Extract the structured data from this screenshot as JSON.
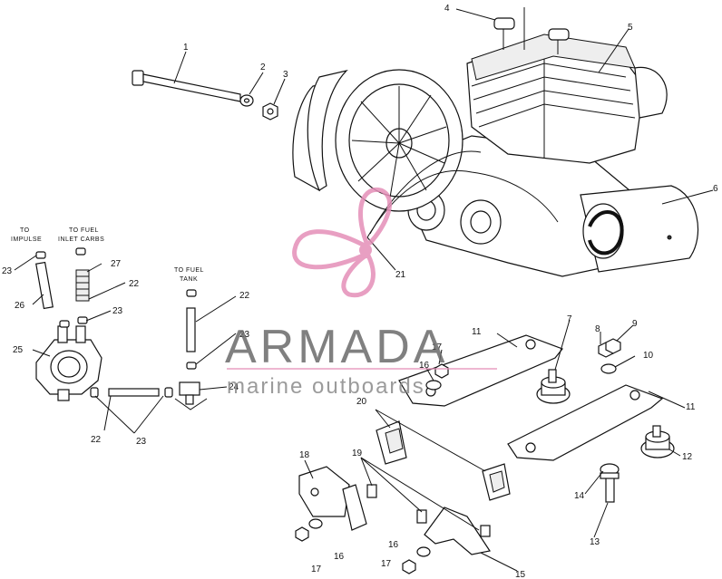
{
  "callouts": [
    {
      "id": "c1",
      "text": "1"
    },
    {
      "id": "c2",
      "text": "2"
    },
    {
      "id": "c3",
      "text": "3"
    },
    {
      "id": "c4",
      "text": "4"
    },
    {
      "id": "c5",
      "text": "5"
    },
    {
      "id": "c6",
      "text": "6"
    },
    {
      "id": "c7",
      "text": "7"
    },
    {
      "id": "c8",
      "text": "8"
    },
    {
      "id": "c9",
      "text": "9"
    },
    {
      "id": "c10",
      "text": "10"
    },
    {
      "id": "c11a",
      "text": "11"
    },
    {
      "id": "c11b",
      "text": "11"
    },
    {
      "id": "c12",
      "text": "12"
    },
    {
      "id": "c13",
      "text": "13"
    },
    {
      "id": "c14",
      "text": "14"
    },
    {
      "id": "c15",
      "text": "15"
    },
    {
      "id": "c16a",
      "text": "16"
    },
    {
      "id": "c16b",
      "text": "16"
    },
    {
      "id": "c16c",
      "text": "16"
    },
    {
      "id": "c17a",
      "text": "17"
    },
    {
      "id": "c17b",
      "text": "17"
    },
    {
      "id": "c17c",
      "text": "17"
    },
    {
      "id": "c18",
      "text": "18"
    },
    {
      "id": "c19",
      "text": "19"
    },
    {
      "id": "c20",
      "text": "20"
    },
    {
      "id": "c21",
      "text": "21"
    },
    {
      "id": "c22a",
      "text": "22"
    },
    {
      "id": "c22b",
      "text": "22"
    },
    {
      "id": "c22c",
      "text": "22"
    },
    {
      "id": "c23a",
      "text": "23"
    },
    {
      "id": "c23b",
      "text": "23"
    },
    {
      "id": "c23c",
      "text": "23"
    },
    {
      "id": "c23d",
      "text": "23"
    },
    {
      "id": "c24",
      "text": "24"
    },
    {
      "id": "c25",
      "text": "25"
    },
    {
      "id": "c26",
      "text": "26"
    },
    {
      "id": "c27",
      "text": "27"
    }
  ],
  "captions": {
    "to_impulse_1": "TO",
    "to_impulse_2": "IMPULSE",
    "to_fuel_inlet_1": "TO FUEL",
    "to_fuel_inlet_2": "INLET CARBS",
    "to_fuel_tank_1": "TO FUEL",
    "to_fuel_tank_2": "TANK"
  },
  "watermark": {
    "brand": "ARMADA",
    "tagline": "marine outboards",
    "color_accent": "#e58fb8",
    "color_text": "#6b6b6b"
  }
}
